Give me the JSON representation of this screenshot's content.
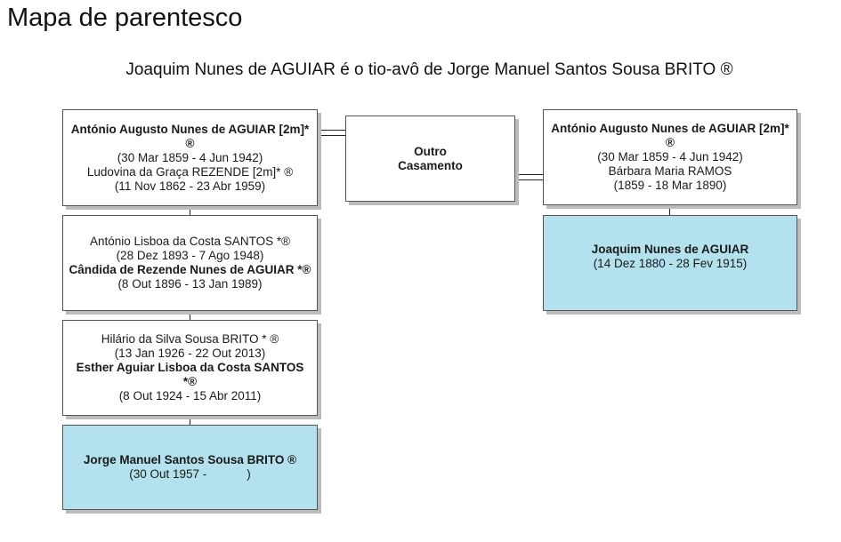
{
  "page": {
    "title": "Mapa de parentesco",
    "subtitle": "Joaquim Nunes de AGUIAR é o tio-avô de Jorge Manuel Santos Sousa BRITO ®"
  },
  "left_chain": {
    "box1": {
      "person1_name": "António Augusto Nunes de AGUIAR [2m]* ®",
      "person1_dates": "(30 Mar 1859 - 4 Jun 1942)",
      "person2_name": "Ludovina da Graça REZENDE [2m]* ®",
      "person2_dates": "(11 Nov 1862 - 23 Abr 1959)"
    },
    "box2": {
      "person1_name": "António Lisboa da Costa SANTOS *®",
      "person1_dates": "(28 Dez 1893 - 7 Ago 1948)",
      "person2_name": "Cândida de Rezende Nunes de AGUIAR *®",
      "person2_dates": "(8 Out 1896 - 13 Jan 1989)"
    },
    "box3": {
      "person1_name": "Hilário da Silva Sousa BRITO * ®",
      "person1_dates": "(13 Jan 1926 - 22 Out 2013)",
      "person2_name": "Esther Aguiar Lisboa da Costa SANTOS *®",
      "person2_dates": "(8 Out 1924 - 15 Abr 2011)"
    },
    "box4": {
      "person_name": "Jorge Manuel Santos Sousa BRITO ®",
      "person_dates": "(30 Out 1957 -            )"
    }
  },
  "middle": {
    "label": "Outro Casamento"
  },
  "right_chain": {
    "box1": {
      "person1_name": "António Augusto Nunes de AGUIAR [2m]* ®",
      "person1_dates": "(30 Mar 1859 - 4 Jun 1942)",
      "person2_name": "Bárbara Maria RAMOS",
      "person2_dates": "(1859 - 18 Mar 1890)"
    },
    "box2": {
      "person_name": "Joaquim Nunes de AGUIAR",
      "person_dates": "(14 Dez 1880 - 28 Fev 1915)"
    }
  },
  "colors": {
    "highlight_box": "#b3e2ee",
    "box_border": "#555555",
    "box_shadow": "#bcbcbc"
  }
}
